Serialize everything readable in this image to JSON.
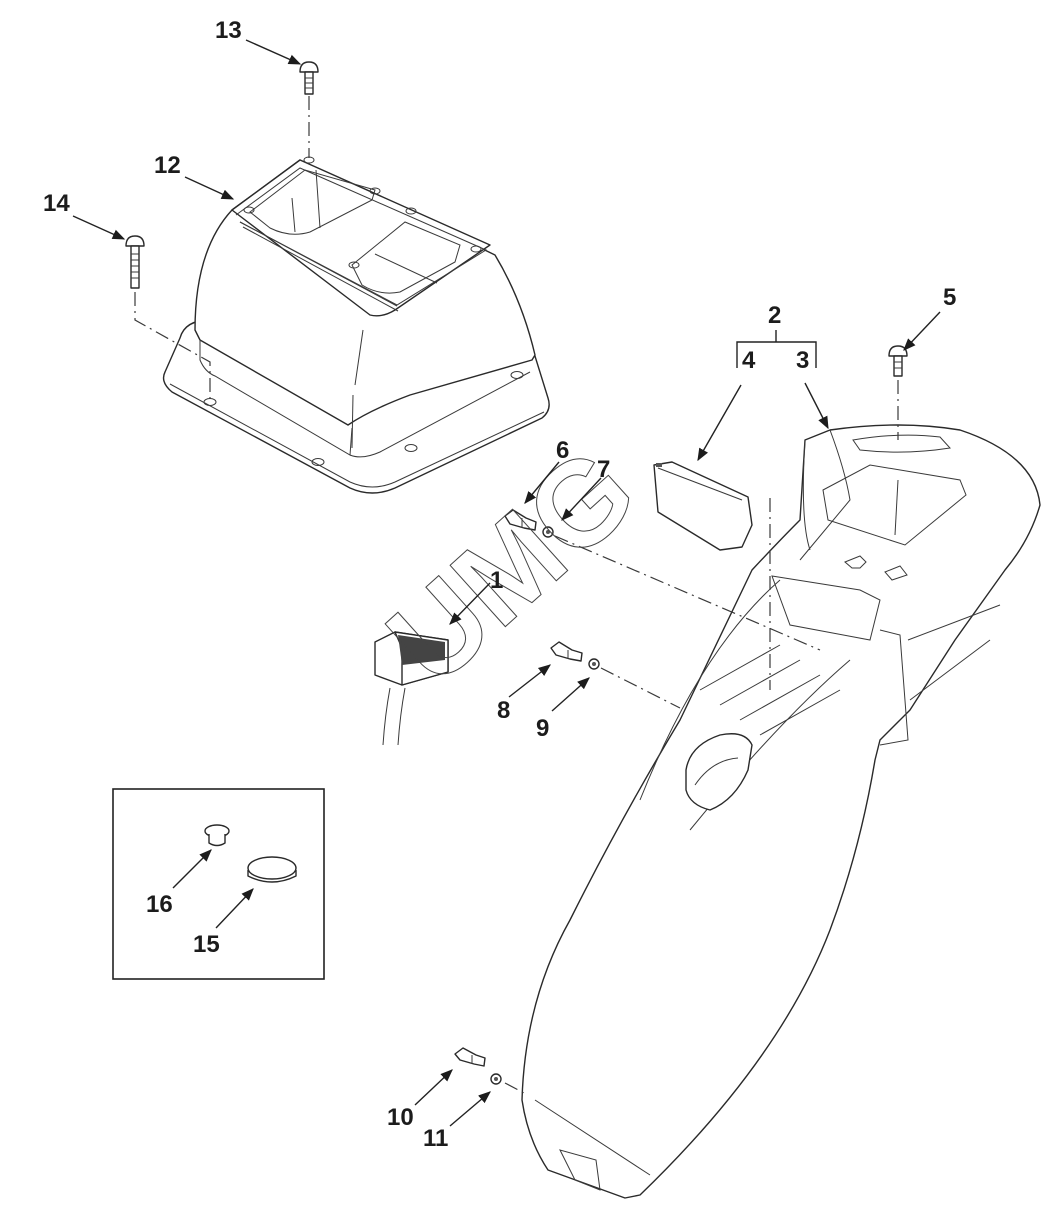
{
  "diagram": {
    "type": "exploded-parts-view",
    "watermark": "UMG",
    "callouts": [
      {
        "id": "1",
        "label": "1",
        "part": "connector"
      },
      {
        "id": "2",
        "label": "2",
        "part": "assembly-bracket"
      },
      {
        "id": "3",
        "label": "3",
        "part": "console-housing"
      },
      {
        "id": "4",
        "label": "4",
        "part": "storage-bin-insert"
      },
      {
        "id": "5",
        "label": "5",
        "part": "screw"
      },
      {
        "id": "6",
        "label": "6",
        "part": "bolt"
      },
      {
        "id": "7",
        "label": "7",
        "part": "washer"
      },
      {
        "id": "8",
        "label": "8",
        "part": "bolt"
      },
      {
        "id": "9",
        "label": "9",
        "part": "washer"
      },
      {
        "id": "10",
        "label": "10",
        "part": "bolt"
      },
      {
        "id": "11",
        "label": "11",
        "part": "washer"
      },
      {
        "id": "12",
        "label": "12",
        "part": "shift-boot-cover"
      },
      {
        "id": "13",
        "label": "13",
        "part": "screw"
      },
      {
        "id": "14",
        "label": "14",
        "part": "screw"
      },
      {
        "id": "15",
        "label": "15",
        "part": "cap-plug-large"
      },
      {
        "id": "16",
        "label": "16",
        "part": "cap-plug-small"
      }
    ],
    "colors": {
      "line": "#2a2a2a",
      "background": "#ffffff"
    }
  }
}
